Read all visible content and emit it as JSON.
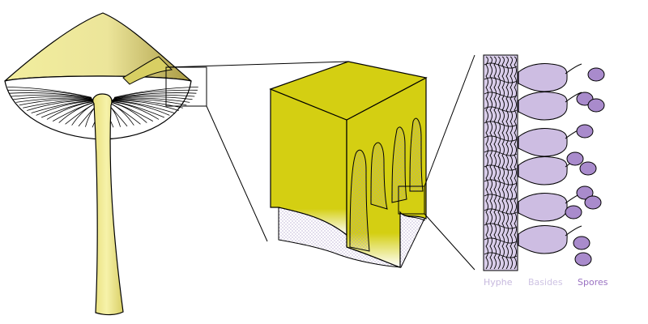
{
  "labels": {
    "hyphe": "Hyphe",
    "basides": "Basides",
    "spores": "Spores"
  },
  "colors": {
    "cap": "#f2ee9e",
    "cap_shade": "#b0a54c",
    "stem": "#f4ef9c",
    "stem_shade": "#dcd268",
    "gill_top": "#d4cf12",
    "hyphe_label": "#c7b9de",
    "basides_label": "#cec3e3",
    "spores_label": "#9a72c2",
    "basidia_fill": "#cdbde2",
    "spore_fill": "#a98bcc",
    "hyphae_fill": "#c0b0da",
    "stipple": "#b7a6d2",
    "line": "#000000"
  }
}
